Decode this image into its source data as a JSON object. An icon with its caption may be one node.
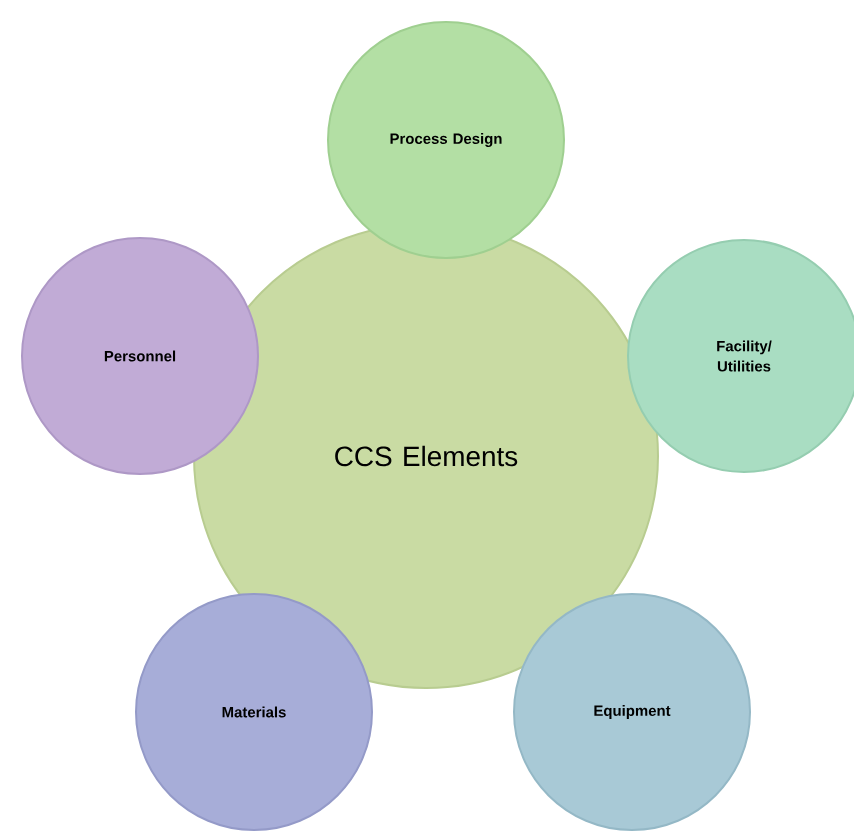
{
  "diagram": {
    "nodes": [
      {
        "text": [
          "CCS Elements"
        ]
      },
      {
        "text": [
          "Process Design"
        ]
      },
      {
        "text": [
          "Facility/ Utilities"
        ]
      },
      {
        "text": [
          "Equipment"
        ]
      },
      {
        "text": [
          "Materials"
        ]
      },
      {
        "text": [
          "Personnel"
        ]
      }
    ]
  }
}
